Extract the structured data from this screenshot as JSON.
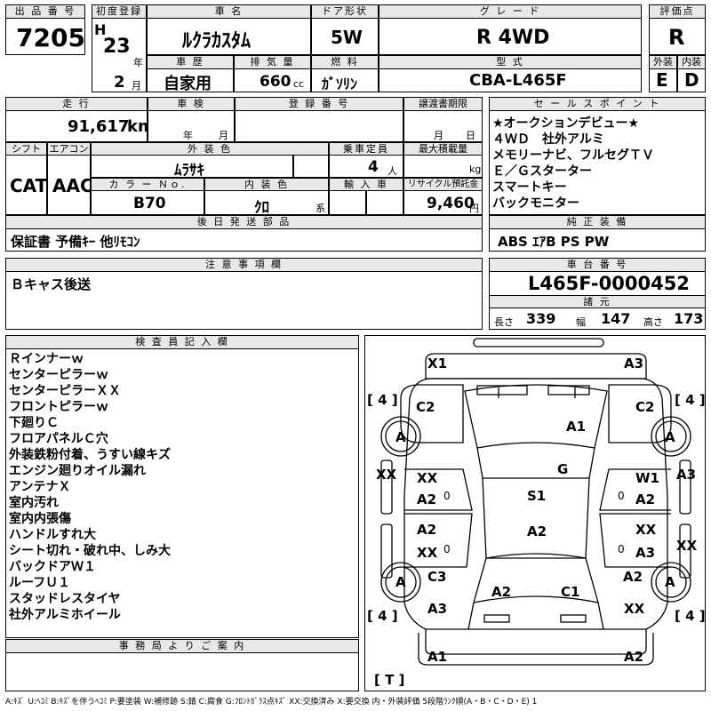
{
  "labels": {
    "lot_no": "出 品 番 号",
    "first_reg": "初度登録",
    "car_name": "車 名",
    "door": "ドア形状",
    "grade": "グ レ ー ド",
    "score": "評価点",
    "history": "車 歴",
    "displacement": "排 気 量",
    "fuel": "燃 料",
    "model": "型 式",
    "exterior": "外装",
    "interior": "内装",
    "mileage": "走 行",
    "inspection": "車 検",
    "reg_no": "登 録 番 号",
    "transfer": "譲渡書期限",
    "sales_points": "セ ー ル ス ポ イ ン ト",
    "shift": "シフト",
    "aircon": "エアコン",
    "ext_color": "外 装 色",
    "capacity": "乗車定員",
    "max_load": "最大積載量",
    "color_no": "カ ラ ー Ｎｏ.",
    "int_color": "内 装 色",
    "import": "輸 入 車",
    "recycle": "リサイクル預託金",
    "rear_parts": "後 日 発 送 部 品",
    "genuine": "純 正 装 備",
    "notes": "注 意 事 項 欄",
    "chassis": "車 台 番 号",
    "dims": "諸 元",
    "inspector": "検 査 員 記 入 欄",
    "office": "事 務 局 よ り ご 案 内"
  },
  "units": {
    "era": "H",
    "year": "年",
    "month": "月",
    "cc": "cc",
    "km": "km",
    "nen": "年",
    "tsuki": "月",
    "day_m": "月",
    "day_d": "日",
    "persons": "人",
    "kg": "kg",
    "kei": "系",
    "yen": "円",
    "length": "長さ",
    "width": "幅",
    "height": "高さ"
  },
  "lot_no": "7205",
  "reg_year": "23",
  "reg_month": "2",
  "car_name": "ﾙｸﾗｶｽﾀﾑ",
  "door": "5W",
  "grade": "R 4WD",
  "score": "R",
  "history": "自家用",
  "displacement": "660",
  "fuel": "ｶﾞｿﾘﾝ",
  "model": "CBA-L465F",
  "ext_score": "E",
  "int_score": "D",
  "mileage": "91,617",
  "shift": "CAT",
  "aircon": "AAC",
  "ext_color": "ﾑﾗｻｷ",
  "capacity": "4",
  "color_no": "B70",
  "int_color": "ｸﾛ",
  "recycle": "9,460",
  "sales_points": [
    "★オークションデビュー★",
    "４ＷＤ　社外アルミ",
    "メモリーナビ、フルセグＴＶ",
    "Ｅ／Ｇスターター",
    "スマートキー",
    "バックモニター"
  ],
  "rear_parts": "保証書 予備ｷｰ 他ﾘﾓｺﾝ",
  "genuine": "ABS ｴｱB PS PW",
  "notes": "Ｂキャス後送",
  "chassis": "L465F-0000452",
  "dim_length": "339",
  "dim_width": "147",
  "dim_height": "173",
  "inspector_notes": [
    "Ｒインナーｗ",
    "センターピラーｗ",
    "センターピラーＸＸ",
    "フロントピラーｗ",
    "下廻りＣ",
    "フロアパネルＣ穴",
    "外装鉄粉付着、うすい線キズ",
    "エンジン廻りオイル漏れ",
    "アンテナＸ",
    "室内汚れ",
    "室内内張傷",
    "ハンドルすれ大",
    "シート切れ・破れ中、しみ大",
    "バックドアＷ１",
    "ルーフＵ１",
    "スタッドレスタイヤ",
    "社外アルミホイール"
  ],
  "diagram": {
    "X1": "X1",
    "A3_top": "A3",
    "C2_left": "C2",
    "C2_right": "C2",
    "A1_hood": "A1",
    "A_fl": "A",
    "A_fr": "A",
    "XX_left": "XX",
    "A3_right": "A3",
    "G": "G",
    "XX_fd": "XX",
    "A2_fd": "A2",
    "W1": "W1",
    "A2_pd": "A2",
    "S1": "S1",
    "A2_rd": "A2",
    "XX_rd": "XX",
    "XX_rrd": "XX",
    "A3_rrd": "A3",
    "XX_right": "XX",
    "A2_roof": "A2",
    "A_rl": "A",
    "A_rr": "A",
    "C3": "C3",
    "A3_rl": "A3",
    "A2_tail": "A2",
    "C1": "C1",
    "A2_rr": "A2",
    "XX_rrq": "XX",
    "A1_bottom": "A1",
    "A2_bottom": "A2",
    "tire_fl": "[ 4 ]",
    "tire_fr": "[ 4 ]",
    "tire_rl": "[ 4 ]",
    "tire_rr": "[ 4 ]",
    "spare": "[ T ]",
    "zero1": "0",
    "zero2": "0",
    "zero3": "0",
    "zero4": "0"
  },
  "legend": "A:ｷｽﾞ U:ﾍｺﾐ B:ｷｽﾞを伴うﾍｺﾐ P:要塗装 W:補修跡 S:錆 C:腐食 G:ﾌﾛﾝﾄｶﾞﾗｽ点ｷｽﾞ XX:交換済み X:要交換 内・外装評価 5段階ﾗﾝｸ順(A・B・C・D・E) 1"
}
